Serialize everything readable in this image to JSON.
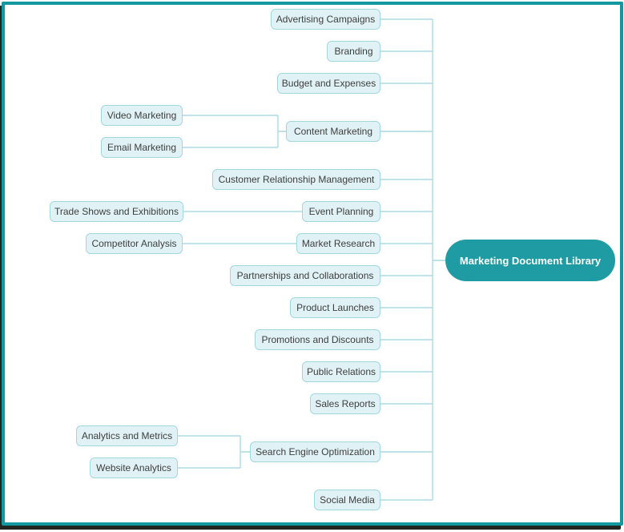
{
  "colors": {
    "frame": "#12989f",
    "frame_shadow": "#21251f",
    "connector": "#aadae1",
    "node_fill": "#e0f2f5",
    "node_border": "#a0d8de",
    "node_text": "#3e3e3e",
    "root_fill": "#1f9ba3",
    "root_text": "#ffffff"
  },
  "root": {
    "label": "Marketing Document Library"
  },
  "branches": [
    {
      "label": "Advertising Campaigns"
    },
    {
      "label": "Branding"
    },
    {
      "label": "Budget and Expenses"
    },
    {
      "label": "Content Marketing",
      "children": [
        {
          "label": "Video Marketing"
        },
        {
          "label": "Email Marketing"
        }
      ]
    },
    {
      "label": "Customer Relationship Management"
    },
    {
      "label": "Event Planning",
      "children": [
        {
          "label": "Trade Shows and Exhibitions"
        }
      ]
    },
    {
      "label": "Market Research",
      "children": [
        {
          "label": "Competitor Analysis"
        }
      ]
    },
    {
      "label": "Partnerships and Collaborations"
    },
    {
      "label": "Product Launches"
    },
    {
      "label": "Promotions and Discounts"
    },
    {
      "label": "Public Relations"
    },
    {
      "label": "Sales Reports"
    },
    {
      "label": "Search Engine Optimization",
      "children": [
        {
          "label": "Analytics and Metrics"
        },
        {
          "label": "Website Analytics"
        }
      ]
    },
    {
      "label": "Social Media"
    }
  ]
}
